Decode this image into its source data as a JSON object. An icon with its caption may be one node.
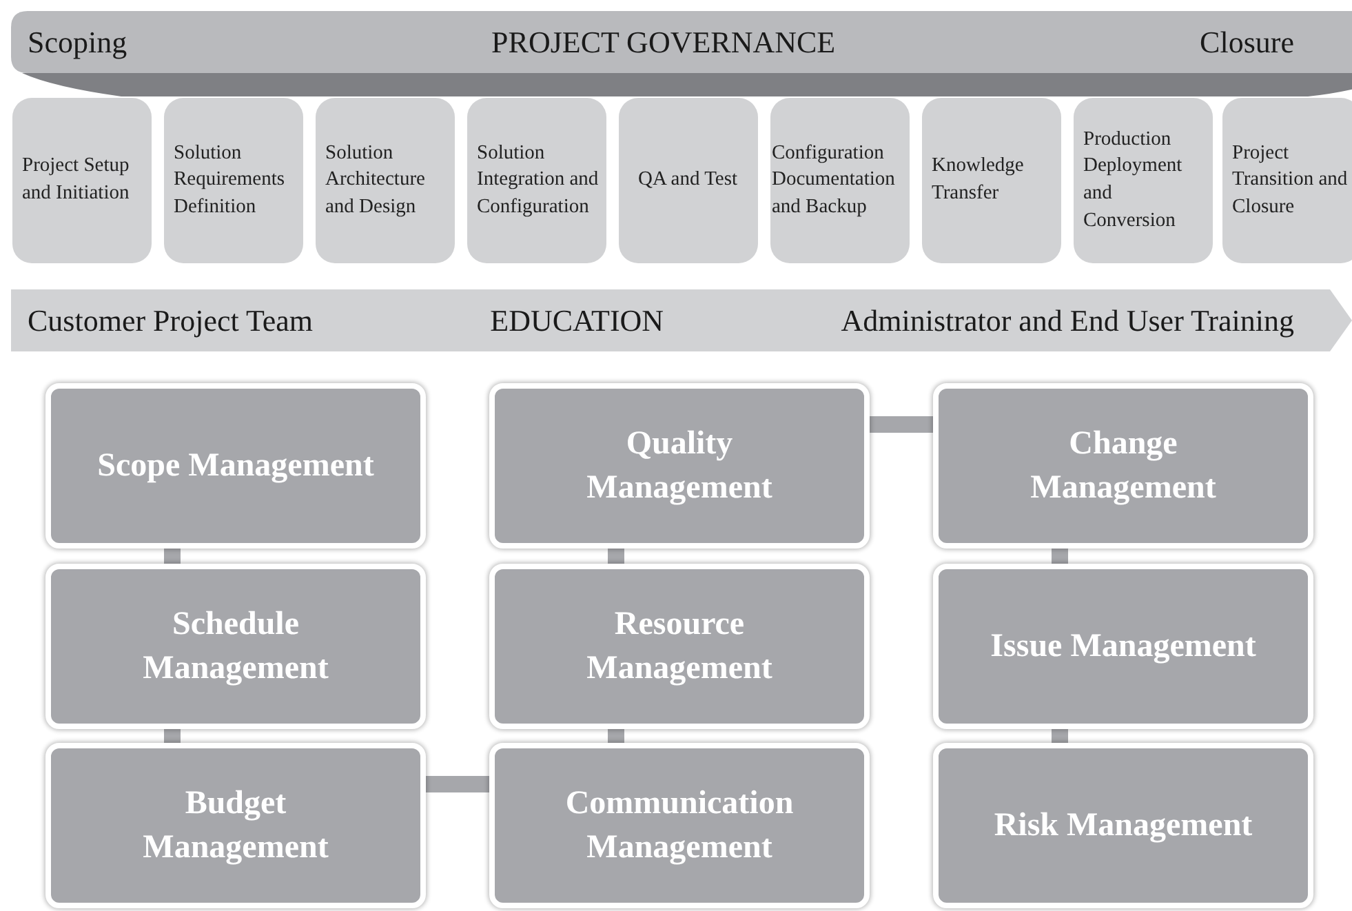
{
  "diagram": {
    "nodes": [
      {
        "text": [
          "Scoping",
          "PROJECT GOVERNANCE",
          "Closure"
        ]
      },
      {
        "text": [
          "Project Setup and Initiation"
        ]
      },
      {
        "text": [
          "Solution Requirements Definition"
        ]
      },
      {
        "text": [
          "Solution Architecture and Design"
        ]
      },
      {
        "text": [
          "Solution Integration and Configuration"
        ]
      },
      {
        "text": [
          "QA and Test"
        ]
      },
      {
        "text": [
          "Configuration Documentation and Backup"
        ]
      },
      {
        "text": [
          "Knowledge Transfer"
        ]
      },
      {
        "text": [
          "Production Deployment and Conversion"
        ]
      },
      {
        "text": [
          "Project Transition and Closure"
        ]
      },
      {
        "text": [
          "Customer Project Team",
          "EDUCATION",
          "Administrator and End User Training"
        ]
      },
      {
        "text": [
          "Scope Management"
        ]
      },
      {
        "text": [
          "Quality Management"
        ]
      },
      {
        "text": [
          "Change Management"
        ]
      },
      {
        "text": [
          "Schedule Management"
        ]
      },
      {
        "text": [
          "Resource Management"
        ]
      },
      {
        "text": [
          "Issue Management"
        ]
      },
      {
        "text": [
          "Budget Management"
        ]
      },
      {
        "text": [
          "Communication Management"
        ]
      },
      {
        "text": [
          "Risk Management"
        ]
      }
    ],
    "edges": [
      {
        "from": 11,
        "to": 14,
        "arrow": "none"
      },
      {
        "from": 14,
        "to": 17,
        "arrow": "none"
      },
      {
        "from": 17,
        "to": 18,
        "arrow": "none"
      },
      {
        "from": 18,
        "to": 15,
        "arrow": "none"
      },
      {
        "from": 15,
        "to": 12,
        "arrow": "none"
      },
      {
        "from": 12,
        "to": 13,
        "arrow": "none"
      },
      {
        "from": 13,
        "to": 16,
        "arrow": "none"
      },
      {
        "from": 16,
        "to": 19,
        "arrow": "none"
      }
    ]
  }
}
